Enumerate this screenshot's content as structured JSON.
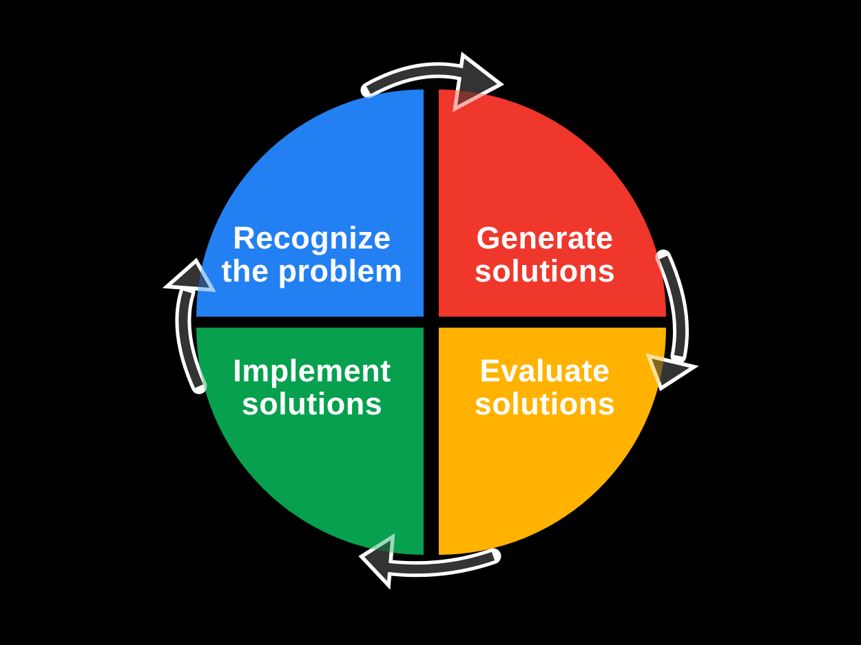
{
  "diagram": {
    "type": "cycle-diagram",
    "subject": "problem-solving cycle",
    "direction": "clockwise",
    "colors": {
      "background": "#000000",
      "arrow": "#333333",
      "arrow_outline": "#ffffff",
      "text": "#ffffff"
    },
    "quadrants": [
      {
        "id": "recognize-the-problem",
        "position": "top-left",
        "line1": "Recognize",
        "line2": "the problem",
        "color": "#2280f3"
      },
      {
        "id": "generate-solutions",
        "position": "top-right",
        "line1": "Generate",
        "line2": "solutions",
        "color": "#ef372b"
      },
      {
        "id": "evaluate-solutions",
        "position": "bottom-right",
        "line1": "Evaluate",
        "line2": "solutions",
        "color": "#ffb300"
      },
      {
        "id": "implement-solutions",
        "position": "bottom-left",
        "line1": "Implement",
        "line2": "solutions",
        "color": "#06a04e"
      }
    ],
    "arrows": [
      {
        "id": "arrow-top",
        "from": "recognize-the-problem",
        "to": "generate-solutions"
      },
      {
        "id": "arrow-right",
        "from": "generate-solutions",
        "to": "evaluate-solutions"
      },
      {
        "id": "arrow-bottom",
        "from": "evaluate-solutions",
        "to": "implement-solutions"
      },
      {
        "id": "arrow-left",
        "from": "implement-solutions",
        "to": "recognize-the-problem"
      }
    ]
  }
}
